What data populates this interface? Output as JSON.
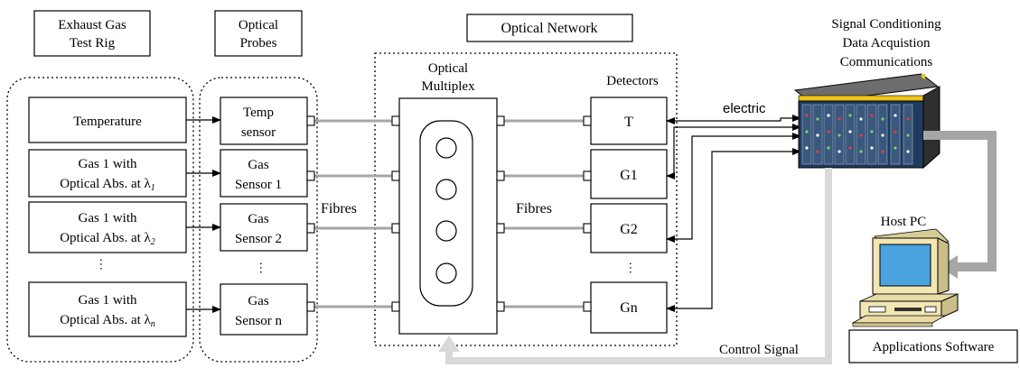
{
  "headers": {
    "test_rig": [
      "Exhaust Gas",
      "Test Rig"
    ],
    "probes": [
      "Optical",
      "Probes"
    ],
    "network": "Optical Network",
    "signal": [
      "Signal Conditioning",
      "Data Acquistion",
      "Communications"
    ]
  },
  "rig_boxes": [
    {
      "lines": [
        "Temperature"
      ],
      "sub": ""
    },
    {
      "lines": [
        "Gas 1 with",
        "Optical Abs. at λ"
      ],
      "sub": "1"
    },
    {
      "lines": [
        "Gas 1 with",
        "Optical Abs. at λ"
      ],
      "sub": "2"
    },
    {
      "lines": [
        "Gas 1 with",
        "Optical Abs. at λ"
      ],
      "sub": "n"
    }
  ],
  "probe_boxes": [
    [
      "Temp",
      "sensor"
    ],
    [
      "Gas",
      "Sensor 1"
    ],
    [
      "Gas",
      "Sensor 2"
    ],
    [
      "Gas",
      "Sensor n"
    ]
  ],
  "multiplex_label": [
    "Optical",
    "Multiplex"
  ],
  "detectors_label": "Detectors",
  "detectors": [
    "T",
    "G1",
    "G2",
    "Gn"
  ],
  "fibres_label": "Fibres",
  "electric_label": "electric",
  "host_pc_label": "Host PC",
  "control_signal_label": "Control Signal",
  "applications_label": "Applications Software",
  "ellipsis": "···",
  "colors": {
    "fibre": "#a6a6a6",
    "control_arrow": "#d9d9d9",
    "pc_arrow": "#a6a6a6",
    "monitor_screen": "#4aa3df",
    "pc_case": "#f2e6b3",
    "rack_body": "#1f3a5f"
  }
}
